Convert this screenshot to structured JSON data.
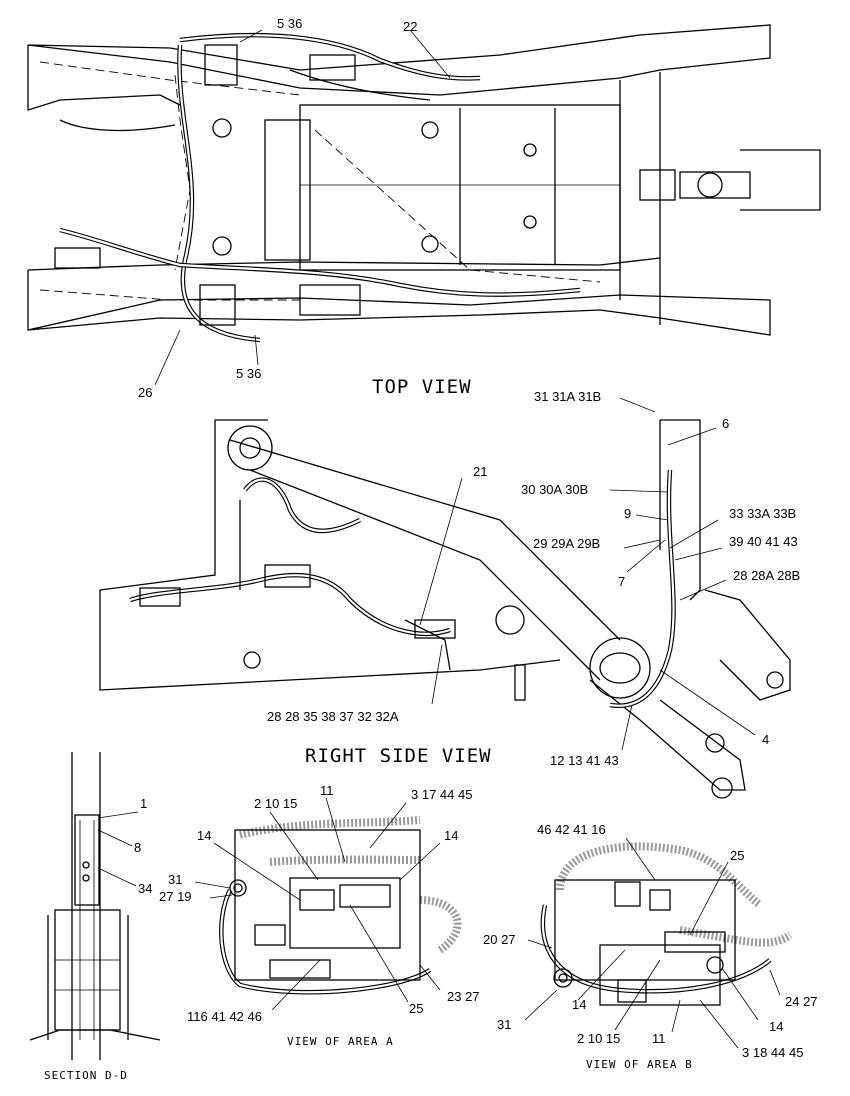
{
  "views": {
    "top": "TOP VIEW",
    "right_side": "RIGHT SIDE VIEW",
    "section_dd": "SECTION D-D",
    "area_a": "VIEW OF AREA A",
    "area_b": "VIEW OF AREA B"
  },
  "callouts": {
    "top": {
      "c_5_36_top": "5 36",
      "c_22": "22",
      "c_26": "26",
      "c_5_36_bottom": "5 36"
    },
    "side": {
      "c_31": "31 31A 31B",
      "c_6": "6",
      "c_21": "21",
      "c_30": "30 30A 30B",
      "c_9": "9",
      "c_33": "33 33A 33B",
      "c_29": "29 29A 29B",
      "c_39": "39 40 41 43",
      "c_7": "7",
      "c_28b": "28 28A 28B",
      "c_4": "4",
      "c_28_list": "28 28 35 38 37 32 32A",
      "c_12": "12 13 41 43"
    },
    "section": {
      "c_1": "1",
      "c_8": "8",
      "c_34": "34"
    },
    "area_a": {
      "c_2_10_15": "2 10 15",
      "c_11": "11",
      "c_3_17": "3 17 44 45",
      "c_14_left": "14",
      "c_14_right": "14",
      "c_31": "31",
      "c_27_19": "27 19",
      "c_25": "25",
      "c_23_27": "23 27",
      "c_116": "116 41 42 46"
    },
    "area_b": {
      "c_46": "46 42 41 16",
      "c_25": "25",
      "c_20_27": "20 27",
      "c_14_left": "14",
      "c_14_right": "14",
      "c_24_27": "24 27",
      "c_31": "31",
      "c_2_10_15": "2 10 15",
      "c_11": "11",
      "c_3_18": "3 18 44 45"
    }
  }
}
